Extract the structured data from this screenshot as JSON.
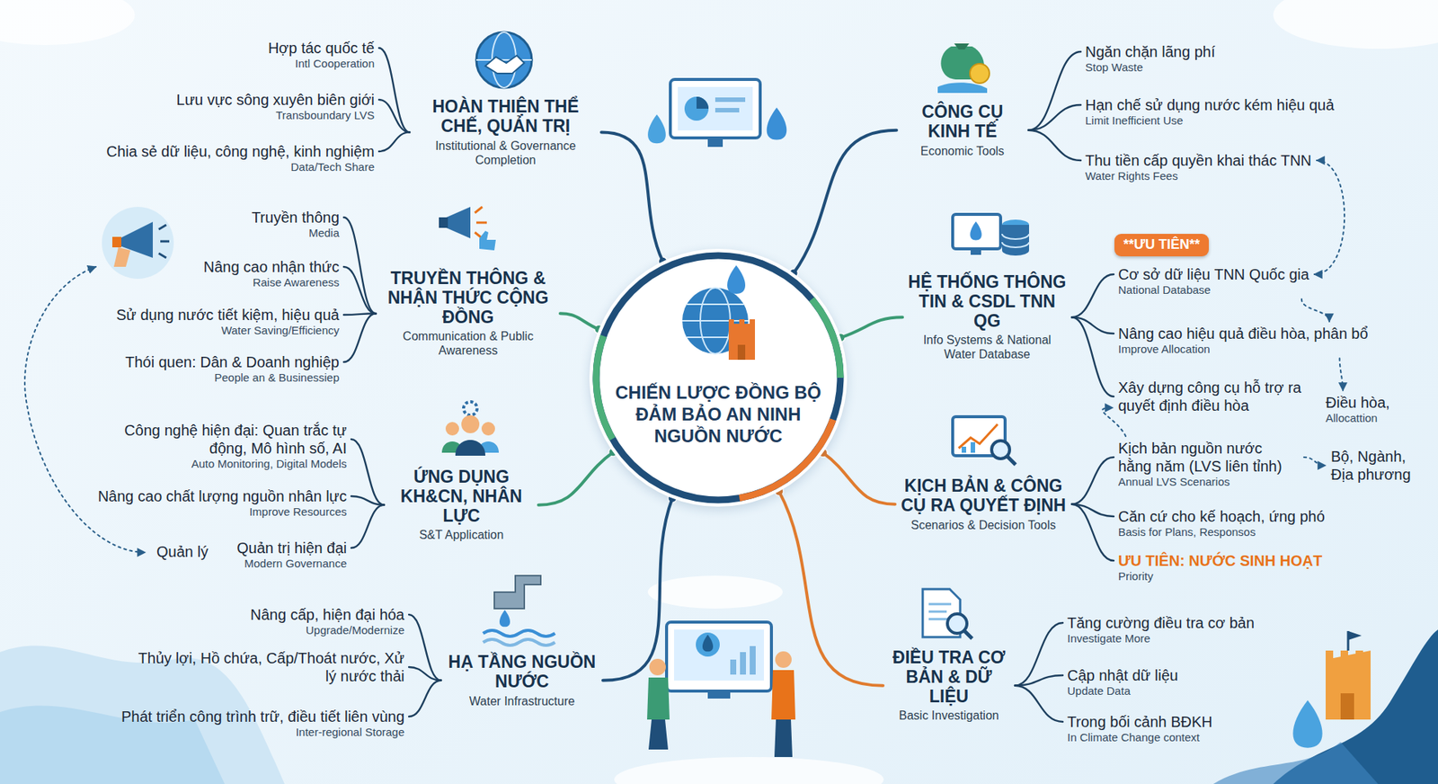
{
  "diagram": {
    "nodes": [
      {
        "text": [
          "CHIẾN LƯỢC ĐỒNG BỘ ĐẢM BẢO AN NINH NGUỒN NƯỚC"
        ]
      },
      {
        "text": [
          "HOÀN THIỆN THỂ CHẾ, QUẢN TRỊ",
          "Institutional & Governance Completion"
        ]
      },
      {
        "text": [
          "Hợp tác quốc tế",
          "Intl Cooperation"
        ]
      },
      {
        "text": [
          "Lưu vực sông xuyên biên giới",
          "Transboundary LVS"
        ]
      },
      {
        "text": [
          "Chia sẻ dữ liệu, công nghệ, kinh nghiệm",
          "Data/Tech Share"
        ]
      },
      {
        "text": [
          "TRUYỀN THÔNG & NHẬN THỨC CỘNG ĐỒNG",
          "Communication & Public Awareness"
        ]
      },
      {
        "text": [
          "Truyền thông",
          "Media"
        ]
      },
      {
        "text": [
          "Nâng cao nhận thức",
          "Raise Awareness"
        ]
      },
      {
        "text": [
          "Sử dụng nước tiết kiệm, hiệu quả",
          "Water Saving/Efficiency"
        ]
      },
      {
        "text": [
          "Thói quen: Dân & Doanh nghiệp",
          "People an & Businessiep"
        ]
      },
      {
        "text": [
          "ỨNG DỤNG KH&CN, NHÂN LỰC",
          "S&T Application"
        ]
      },
      {
        "text": [
          "Công nghệ hiện đại: Quan trắc tự động, Mô hình số, AI",
          "Auto Monitoring, Digital Models"
        ]
      },
      {
        "text": [
          "Nâng cao chất lượng nguồn nhân lực",
          "Improve Resources"
        ]
      },
      {
        "text": [
          "Quản trị hiện đại",
          "Modern Governance"
        ]
      },
      {
        "text": [
          "HẠ TẦNG NGUỒN NƯỚC",
          "Water Infrastructure"
        ]
      },
      {
        "text": [
          "Nâng cấp, hiện đại hóa",
          "Upgrade/Modernize"
        ]
      },
      {
        "text": [
          "Thủy lợi, Hồ chứa, Cấp/Thoát nước, Xử lý nước thải"
        ]
      },
      {
        "text": [
          "Phát triển công trình trữ, điều tiết liên vùng",
          "Inter-regional Storage"
        ]
      },
      {
        "text": [
          "CÔNG CỤ KINH TẾ",
          "Economic Tools"
        ]
      },
      {
        "text": [
          "Ngăn chặn lãng phí",
          "Stop Waste"
        ]
      },
      {
        "text": [
          "Hạn chế sử dụng nước kém hiệu quả",
          "Limit Inefficient Use"
        ]
      },
      {
        "text": [
          "Thu tiền cấp quyền khai thác TNN",
          "Water Rights Fees"
        ]
      },
      {
        "text": [
          "HỆ THỐNG THÔNG TIN & CSDL TNN QG",
          "Info Systems & National Water Database"
        ]
      },
      {
        "text": [
          "**ƯU TIÊN**"
        ]
      },
      {
        "text": [
          "Cơ sở dữ liệu TNN Quốc gia",
          "National Database"
        ]
      },
      {
        "text": [
          "Nâng cao hiệu quả điều hòa, phân bổ",
          "Improve Allocation"
        ]
      },
      {
        "text": [
          "Xây dựng công cụ hỗ trợ ra quyết định điều hòa"
        ]
      },
      {
        "text": [
          "Điều hòa,",
          "Allocattion"
        ]
      },
      {
        "text": [
          "KỊCH BẢN & CÔNG CỤ RA QUYẾT ĐỊNH",
          "Scenarios & Decision Tools"
        ]
      },
      {
        "text": [
          "Kịch bản nguồn nước hằng năm (LVS liên tỉnh)",
          "Annual LVS Scenarios"
        ]
      },
      {
        "text": [
          "Bộ, Ngành, Địa phương"
        ]
      },
      {
        "text": [
          "Căn cứ cho kế hoạch, ứng phó",
          "Basis for Plans, Responsos"
        ]
      },
      {
        "text": [
          "ƯU TIÊN: NƯỚC SINH HOẠT",
          "Priority"
        ]
      },
      {
        "text": [
          "ĐIỀU TRA CƠ BẢN & DỮ LIỆU",
          "Basic Investigation"
        ]
      },
      {
        "text": [
          "Tăng cường điều tra cơ bản",
          "Investigate More"
        ]
      },
      {
        "text": [
          "Cập nhật dữ liệu",
          "Update Data"
        ]
      },
      {
        "text": [
          "Trong bối cảnh BĐKH",
          "In Climate Change context"
        ]
      }
    ],
    "edges": [
      {
        "from": 0,
        "to": 1,
        "arrow": "none"
      },
      {
        "from": 0,
        "to": 5,
        "arrow": "none"
      },
      {
        "from": 0,
        "to": 10,
        "arrow": "none"
      },
      {
        "from": 0,
        "to": 14,
        "arrow": "none"
      },
      {
        "from": 0,
        "to": 18,
        "arrow": "none"
      },
      {
        "from": 0,
        "to": 22,
        "arrow": "none"
      },
      {
        "from": 0,
        "to": 28,
        "arrow": "none"
      },
      {
        "from": 0,
        "to": 33,
        "arrow": "none"
      },
      {
        "from": 1,
        "to": 2,
        "arrow": "none"
      },
      {
        "from": 1,
        "to": 3,
        "arrow": "none"
      },
      {
        "from": 1,
        "to": 4,
        "arrow": "none"
      },
      {
        "from": 5,
        "to": 6,
        "arrow": "none"
      },
      {
        "from": 5,
        "to": 7,
        "arrow": "none"
      },
      {
        "from": 5,
        "to": 8,
        "arrow": "none"
      },
      {
        "from": 5,
        "to": 9,
        "arrow": "none"
      },
      {
        "from": 10,
        "to": 11,
        "arrow": "none"
      },
      {
        "from": 10,
        "to": 12,
        "arrow": "none"
      },
      {
        "from": 10,
        "to": 13,
        "arrow": "none"
      },
      {
        "from": 14,
        "to": 15,
        "arrow": "none"
      },
      {
        "from": 14,
        "to": 16,
        "arrow": "none"
      },
      {
        "from": 14,
        "to": 17,
        "arrow": "none"
      },
      {
        "from": 18,
        "to": 19,
        "arrow": "none"
      },
      {
        "from": 18,
        "to": 20,
        "arrow": "none"
      },
      {
        "from": 18,
        "to": 21,
        "arrow": "none"
      },
      {
        "from": 22,
        "to": 24,
        "arrow": "none"
      },
      {
        "from": 22,
        "to": 25,
        "arrow": "none"
      },
      {
        "from": 22,
        "to": 26,
        "arrow": "none"
      },
      {
        "from": 28,
        "to": 29,
        "arrow": "none"
      },
      {
        "from": 28,
        "to": 31,
        "arrow": "none"
      },
      {
        "from": 28,
        "to": 32,
        "arrow": "none"
      },
      {
        "from": 33,
        "to": 34,
        "arrow": "none"
      },
      {
        "from": 33,
        "to": 35,
        "arrow": "none"
      },
      {
        "from": 33,
        "to": 36,
        "arrow": "none"
      },
      {
        "from": 21,
        "to": 24,
        "arrow": "both"
      },
      {
        "from": 24,
        "to": 25,
        "arrow": "to"
      },
      {
        "from": 25,
        "to": 27,
        "arrow": "to"
      },
      {
        "from": 29,
        "to": 26,
        "arrow": "to"
      },
      {
        "from": 29,
        "to": 30,
        "arrow": "to"
      }
    ],
    "labels": [
      "Quản lý"
    ]
  }
}
